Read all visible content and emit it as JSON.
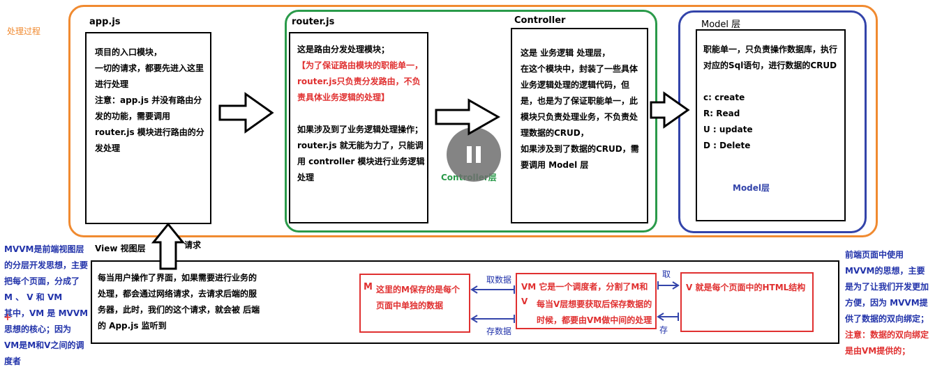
{
  "header_label": "处理过程",
  "appjs": {
    "title": "app.js",
    "lines": [
      "项目的入口模块，",
      "一切的请求，都要先进入这里",
      "进行处理",
      "注意：app.js 并没有路由分",
      "发的功能，需要调用",
      "router.js 模块进行路由的分",
      "发处理"
    ]
  },
  "router": {
    "title": "router.js",
    "lines_top": [
      "这是路由分发处理模块；"
    ],
    "lines_red": [
      "【为了保证路由模块的职能单一，",
      "router.js只负责分发路由，不负",
      "责具体业务逻辑的处理】"
    ],
    "lines_bottom": [
      "如果涉及到了业务逻辑处理操作；",
      "router.js 就无能为力了，只能调",
      "用 controller 模块进行业务逻辑",
      "处理"
    ]
  },
  "controller": {
    "title": "Controller",
    "lines": [
      "这是 业务逻辑 处理层，",
      "在这个模块中，封装了一些具体",
      "业务逻辑处理的逻辑代码，但",
      "是，也是为了保证职能单一，此",
      "模块只负责处理业务，不负责处",
      "理数据的CRUD，",
      "如果涉及到了数据的CRUD，需",
      "要调用 Model 层"
    ],
    "layer_label": "Controller层",
    "pause_icon": "pause-icon"
  },
  "model": {
    "title": "Model 层",
    "lines": [
      "职能单一，只负责操作数据库，执行",
      "对应的Sql语句，进行数据的CRUD"
    ],
    "crud": [
      "c:  create",
      "R: Read",
      "U : update",
      "D : Delete"
    ],
    "layer_label": "Model层"
  },
  "view": {
    "title": "View 视图层",
    "request_label": "请求",
    "lines": [
      "每当用户操作了界面，如果需要进行业务的",
      "处理，都会通过网络请求，去请求后端的服",
      "务器，此时，我们的这个请求，就会被 后端",
      "的 App.js 监听到"
    ]
  },
  "mvvm_left": [
    "MVVM是前端视图层",
    "的分层开发思想，主要",
    "把每个页面，分成了",
    "M 、 V 和 VM",
    "其中，VM 是 MVVM",
    "思想的核心；因为",
    "VM是M和V之间的调",
    "度者"
  ],
  "mvvm_right": {
    "blue_lines": [
      "前端页面中使用",
      "MVVM的思想，主要",
      "是为了让我们开发更加",
      "方便，因为 MVVM提",
      "供了数据的双向绑定；"
    ],
    "red_lines": [
      "注意：数据的双向绑定",
      "是由VM提供的；"
    ]
  },
  "m_box": {
    "letter": "M",
    "lines": [
      "这里的M保存的是每个",
      "页面中单独的数据"
    ]
  },
  "vm_box": {
    "head": "VM  它是一个调度者，分割了M和",
    "v_letter": "V",
    "lines": [
      "每当V层想要获取后保存数据的",
      "时候，都要由VM做中间的处理"
    ]
  },
  "v_box": {
    "text": "V  就是每个页面中的HTML结构"
  },
  "arrows": {
    "get_data": "取数据",
    "save_data": "存数据",
    "get": "取",
    "save": "存"
  },
  "colors": {
    "orange": "#f08a30",
    "green": "#2a9a4a",
    "blue": "#3344aa",
    "red": "#e03030"
  }
}
